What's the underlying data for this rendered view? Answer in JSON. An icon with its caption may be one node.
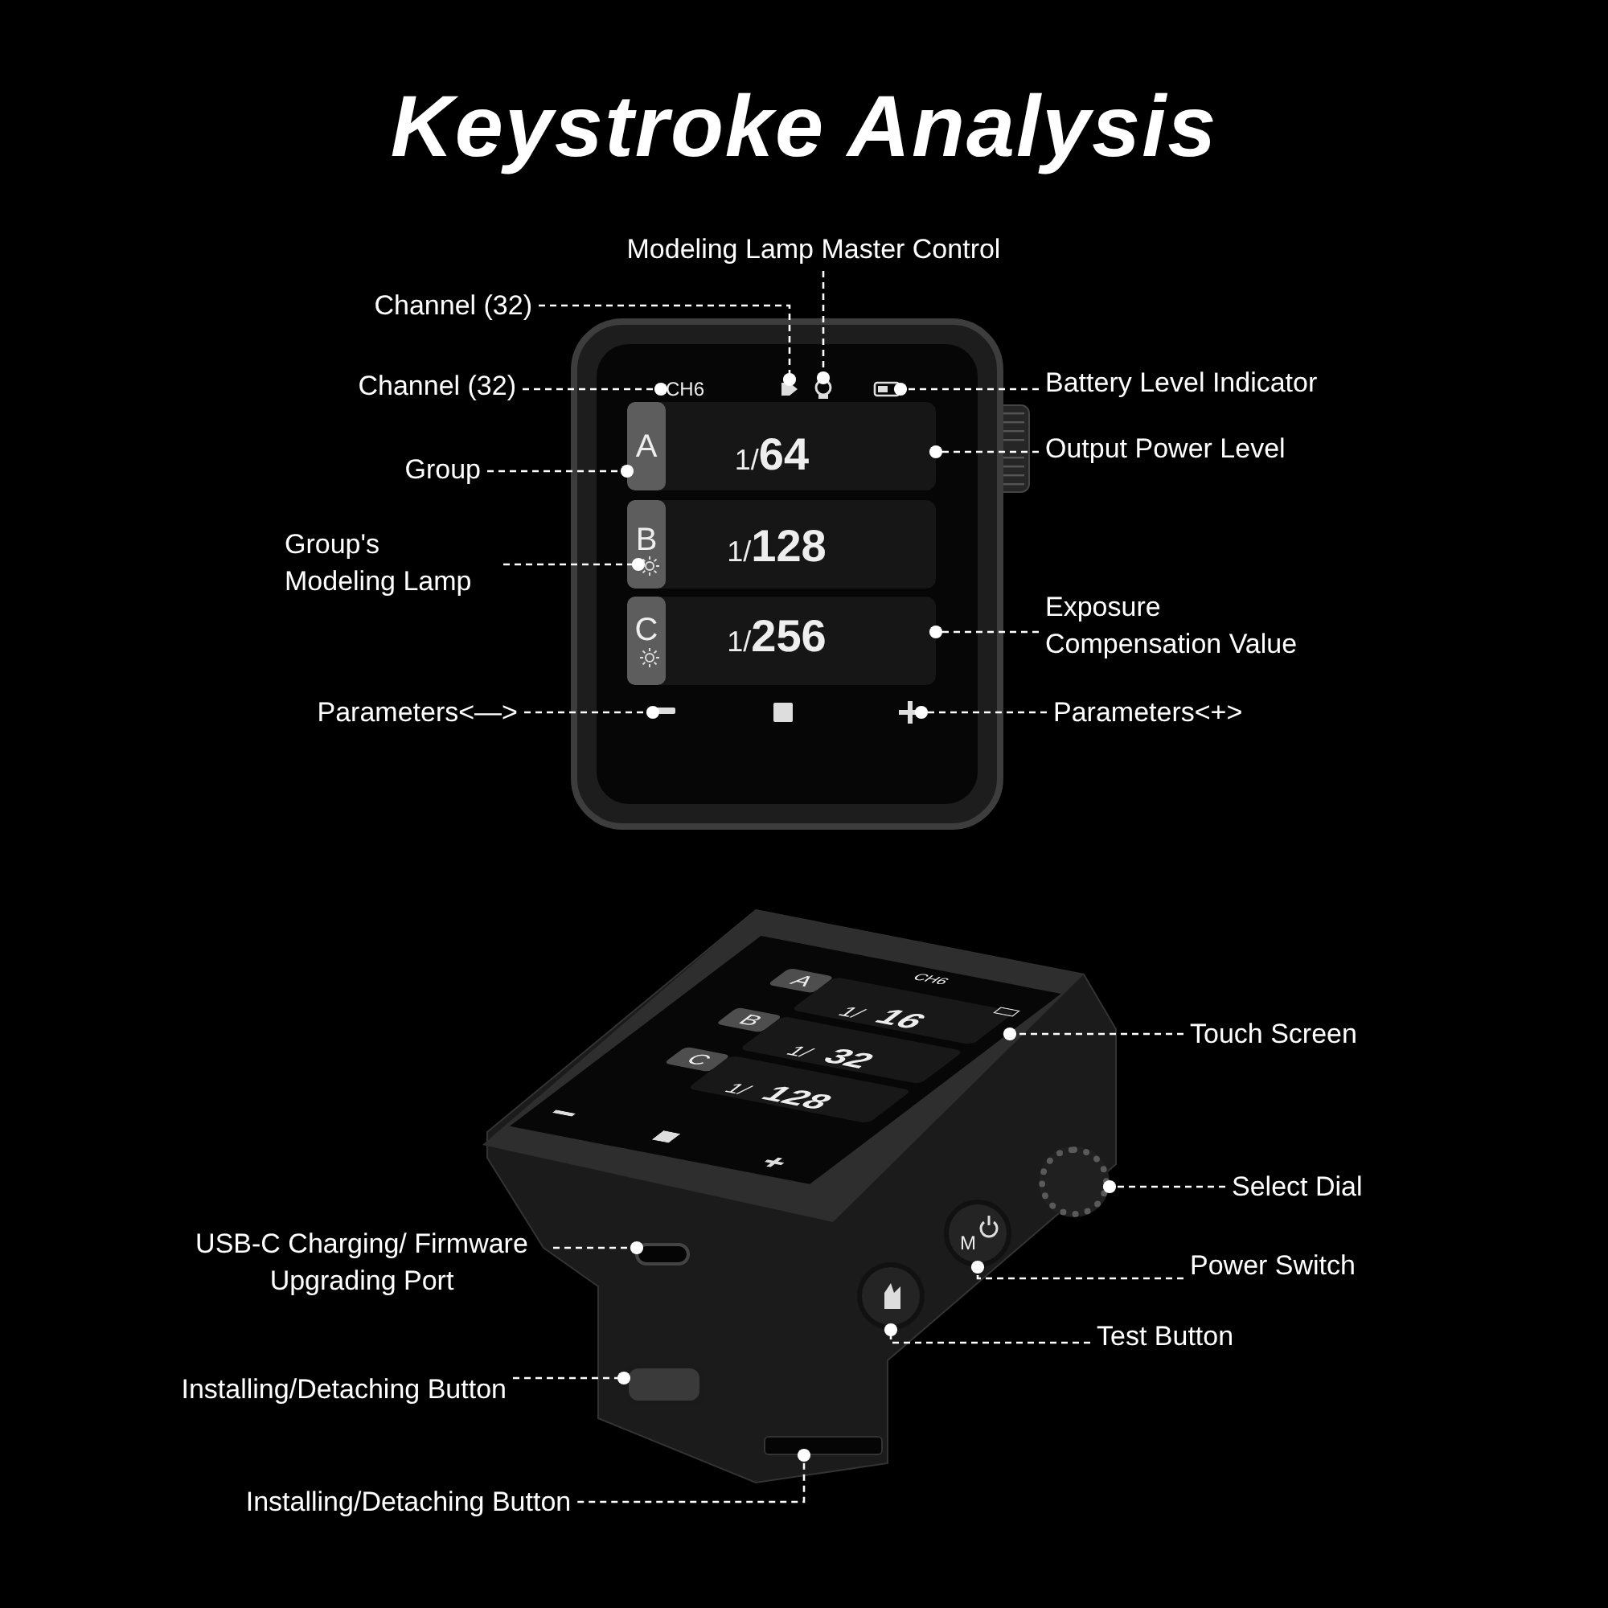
{
  "diagram": {
    "title": "Keystroke Analysis",
    "nodes": [
      {
        "text": [
          "Modeling Lamp Master Control"
        ]
      },
      {
        "text": [
          "Channel (32)"
        ]
      },
      {
        "text": [
          "Channel (32)"
        ]
      },
      {
        "text": [
          "Battery Level Indicator"
        ]
      },
      {
        "text": [
          "Group"
        ]
      },
      {
        "text": [
          "Output Power Level"
        ]
      },
      {
        "text": [
          "Group's Modeling Lamp"
        ]
      },
      {
        "text": [
          "Exposure Compensation Value"
        ]
      },
      {
        "text": [
          "Parameters<—>"
        ]
      },
      {
        "text": [
          "Parameters<+>"
        ]
      },
      {
        "text": [
          "Touch Screen"
        ]
      },
      {
        "text": [
          "Select Dial"
        ]
      },
      {
        "text": [
          "USB-C Charging/ Firmware Upgrading Port"
        ]
      },
      {
        "text": [
          "Power Switch"
        ]
      },
      {
        "text": [
          "Test Button"
        ]
      },
      {
        "text": [
          "Installing/Detaching Button"
        ]
      },
      {
        "text": [
          "Installing/Detaching Button"
        ]
      },
      {
        "text": [],
        "shape": "picture"
      },
      {
        "text": [
          "CH6"
        ],
        "in": 17
      },
      {
        "text": [],
        "shape": "picture",
        "in": 17
      },
      {
        "text": [],
        "shape": "circle",
        "in": 17
      },
      {
        "text": [],
        "shape": "picture",
        "in": 17
      },
      {
        "text": [
          "1/**64**"
        ],
        "in": 17
      },
      {
        "text": [
          "A"
        ],
        "in": 22
      },
      {
        "text": [
          "1/**128**"
        ],
        "in": 17
      },
      {
        "text": [
          "B"
        ],
        "in": 24
      },
      {
        "text": [],
        "shape": "picture",
        "in": 25
      },
      {
        "text": [
          "1/**256**"
        ],
        "in": 17
      },
      {
        "text": [
          "C"
        ],
        "in": 27
      },
      {
        "text": [],
        "shape": "picture",
        "in": 28
      },
      {
        "text": [],
        "shape": "bar",
        "in": 17
      },
      {
        "text": [],
        "shape": "box",
        "in": 17
      },
      {
        "text": [],
        "shape": "picture",
        "in": 17
      },
      {
        "text": [],
        "shape": "picture"
      },
      {
        "text": [],
        "shape": "box",
        "in": 33
      },
      {
        "text": [],
        "shape": "circle",
        "in": 33
      },
      {
        "text": [],
        "shape": "box",
        "in": 33
      },
      {
        "text": [],
        "shape": "circle",
        "in": 33
      },
      {
        "text": [],
        "shape": "circle",
        "in": 33
      },
      {
        "text": [],
        "shape": "box",
        "in": 33
      },
      {
        "text": [],
        "shape": "box",
        "in": 33
      }
    ],
    "edges": [
      {
        "from": 0,
        "to": 20,
        "arrow": "other",
        "style": "dashed"
      },
      {
        "from": 1,
        "to": 19,
        "arrow": "other",
        "style": "dashed"
      },
      {
        "from": 2,
        "to": 18,
        "arrow": "other",
        "style": "dashed"
      },
      {
        "from": 3,
        "to": 21,
        "arrow": "other",
        "style": "dashed"
      },
      {
        "from": 4,
        "to": 23,
        "arrow": "other",
        "style": "dashed"
      },
      {
        "from": 5,
        "to": 22,
        "arrow": "other",
        "style": "dashed"
      },
      {
        "from": 6,
        "to": 26,
        "arrow": "other",
        "style": "dashed"
      },
      {
        "from": 7,
        "to": 27,
        "arrow": "other",
        "style": "dashed"
      },
      {
        "from": 8,
        "to": 30,
        "arrow": "other",
        "style": "dashed"
      },
      {
        "from": 9,
        "to": 32,
        "arrow": "other",
        "style": "dashed"
      },
      {
        "from": 10,
        "to": 34,
        "arrow": "other",
        "style": "dashed"
      },
      {
        "from": 11,
        "to": 35,
        "arrow": "other",
        "style": "dashed"
      },
      {
        "from": 12,
        "to": 36,
        "arrow": "other",
        "style": "dashed"
      },
      {
        "from": 13,
        "to": 37,
        "arrow": "other",
        "style": "dashed"
      },
      {
        "from": 14,
        "to": 38,
        "arrow": "other",
        "style": "dashed"
      },
      {
        "from": 15,
        "to": 39,
        "arrow": "other",
        "style": "dashed"
      },
      {
        "from": 16,
        "to": 40,
        "arrow": "other",
        "style": "dashed"
      }
    ],
    "labels": [
      "CH6",
      "A",
      "1/**16**",
      "B",
      "1/**32**",
      "C",
      "1/**128**",
      "M"
    ]
  }
}
